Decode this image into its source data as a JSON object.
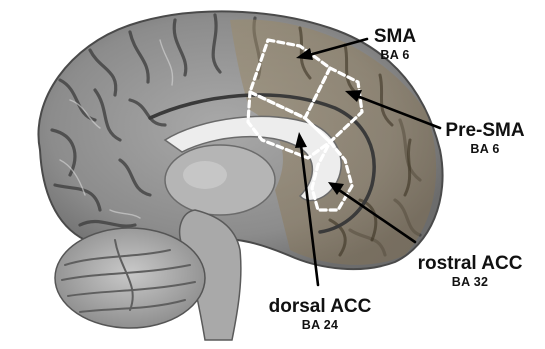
{
  "labels": {
    "sma": {
      "name": "SMA",
      "ba": "BA 6"
    },
    "presma": {
      "name": "Pre-SMA",
      "ba": "BA 6"
    },
    "rostral": {
      "name": "rostral ACC",
      "ba": "BA 32"
    },
    "dorsal": {
      "name": "dorsal ACC",
      "ba": "BA 24"
    }
  },
  "colors": {
    "background": "#ffffff",
    "cortex_gray": "#8a8a8a",
    "sulcus_dark": "#3a3a3a",
    "highlight_tint": "#8a7a5e",
    "region_outline": "#ffffff",
    "arrow": "#000000",
    "text": "#111111"
  },
  "icons": {
    "regions": "dashed-region-outline",
    "pointers": "arrow"
  }
}
